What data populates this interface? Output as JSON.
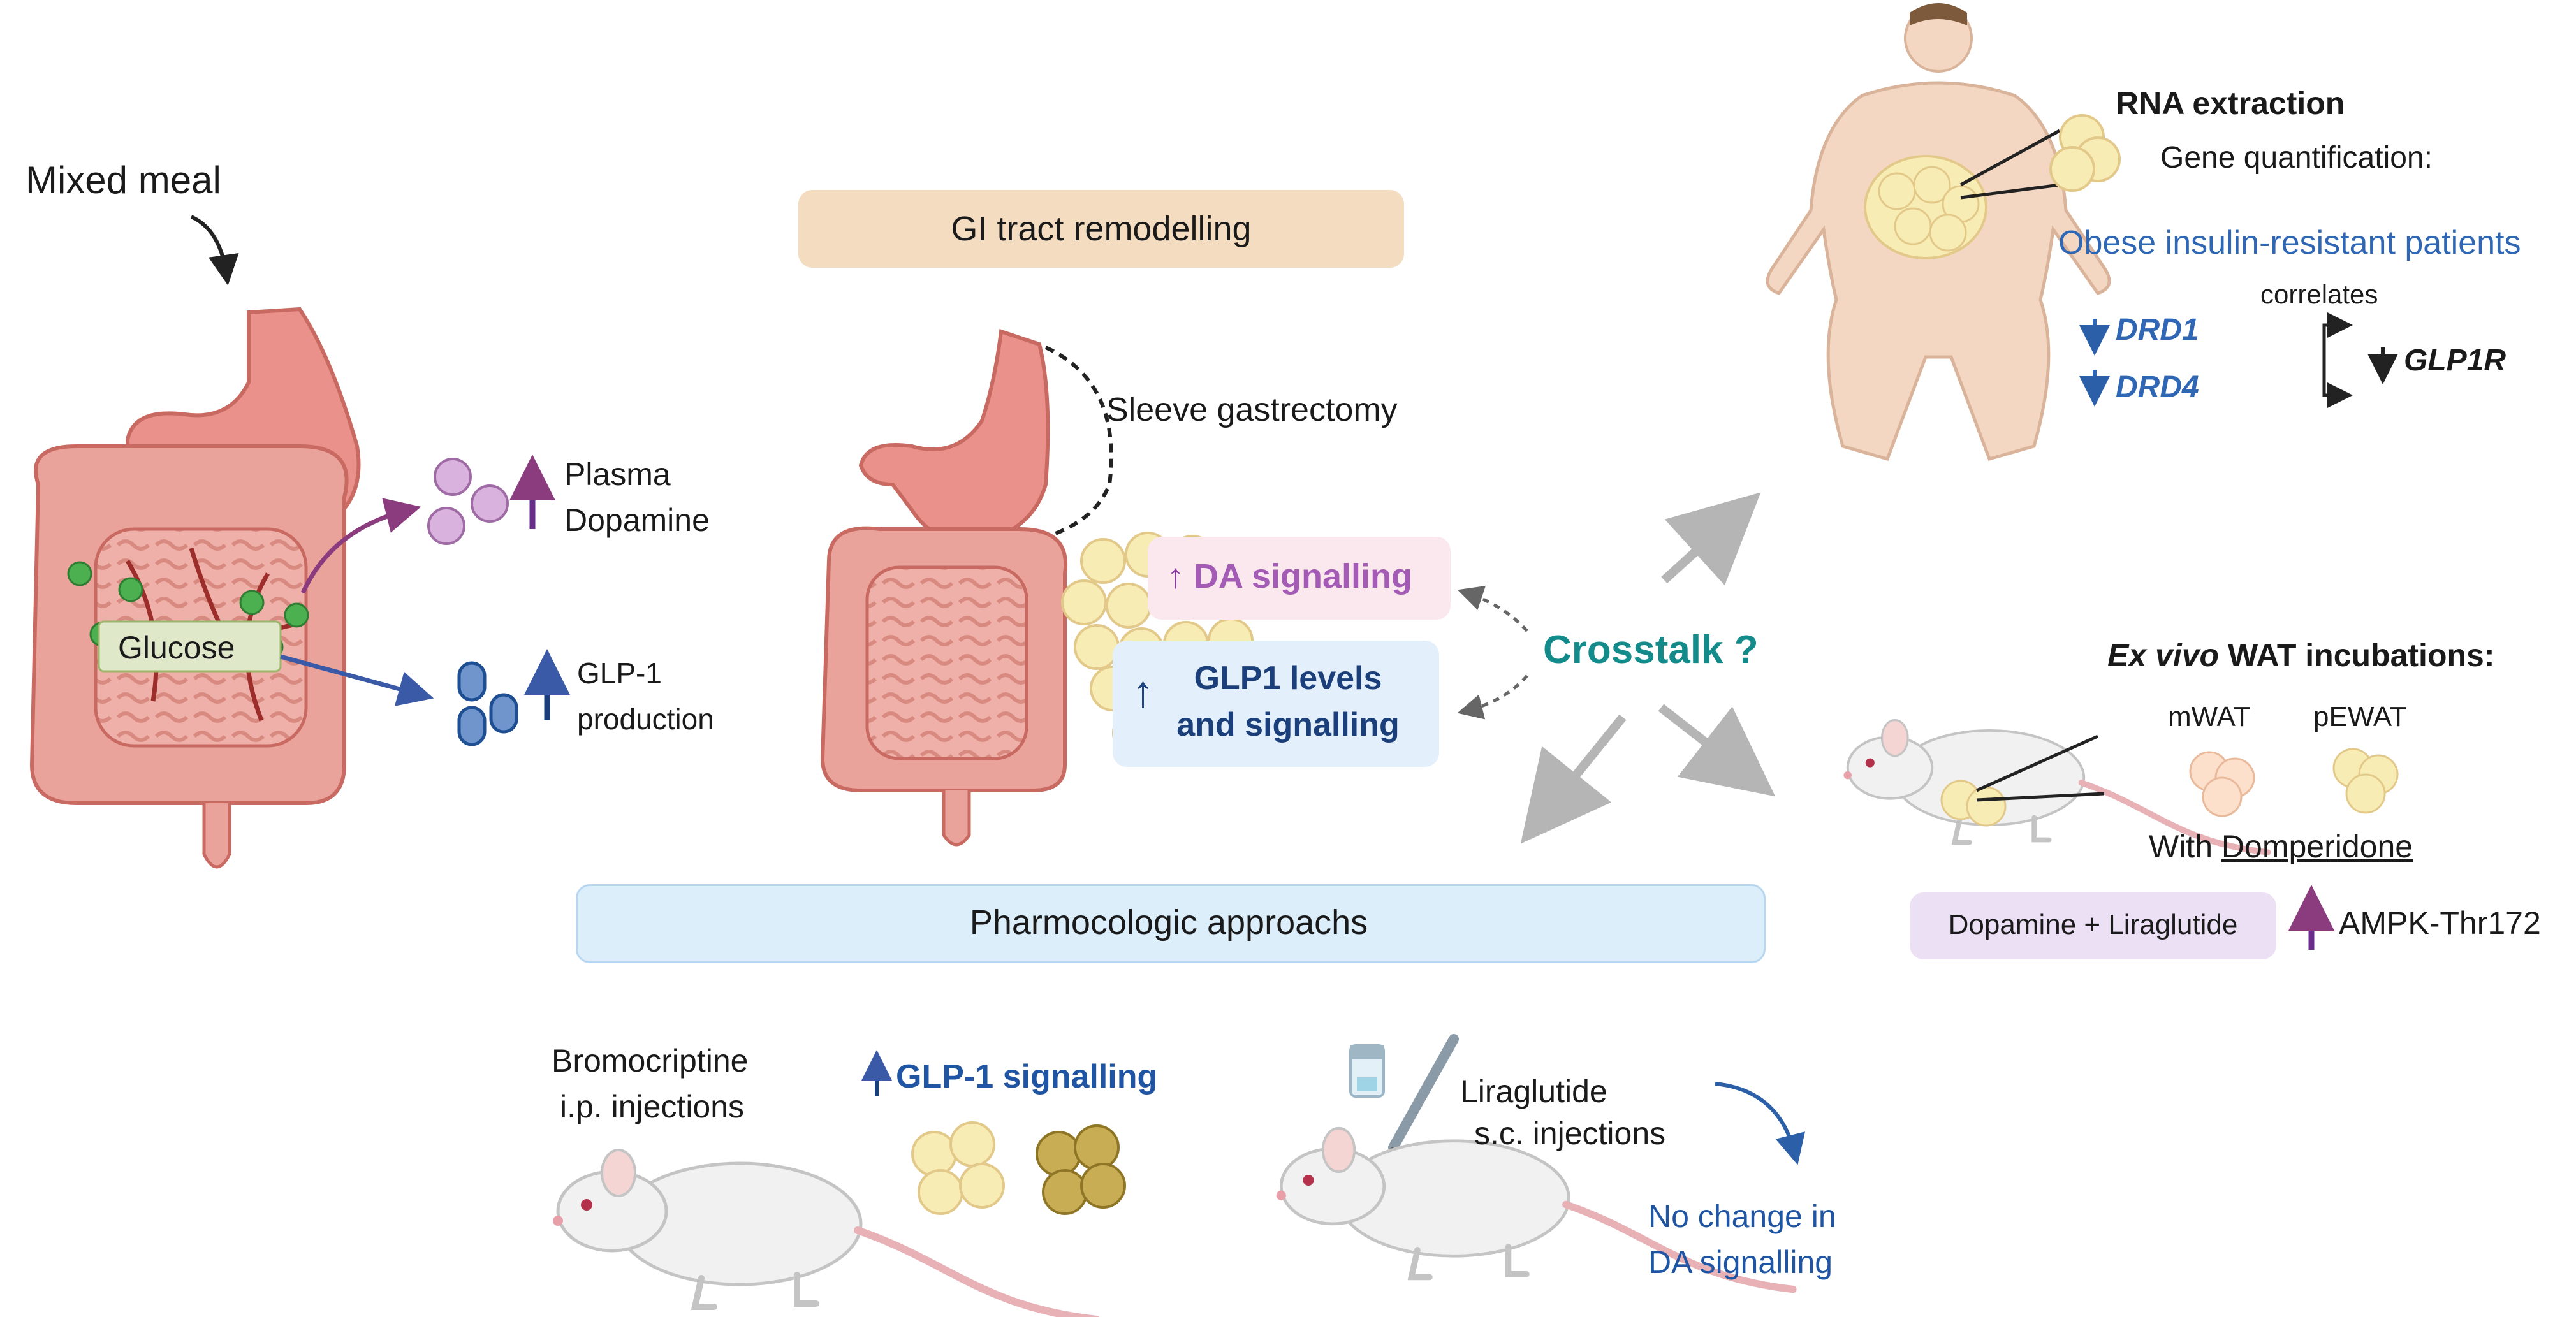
{
  "meal": {
    "label": "Mixed meal",
    "glucose": "Glucose"
  },
  "gut_outputs": {
    "dopamine_line1": "Plasma",
    "dopamine_line2": "Dopamine",
    "glp1_line1": "GLP-1",
    "glp1_line2": "production"
  },
  "surgery": {
    "header": "GI tract remodelling",
    "procedure": "Sleeve gastrectomy",
    "da_signalling": "DA signalling",
    "glp1_line1": "GLP1 levels",
    "glp1_line2": "and signalling"
  },
  "crosstalk": "Crosstalk ?",
  "human": {
    "rna_extraction": "RNA extraction",
    "gene_quant": "Gene quantification:",
    "patients": "Obese insulin-resistant patients",
    "drd1": "DRD1",
    "drd4": "DRD4",
    "correlates": "correlates",
    "glp1r": "GLP1R"
  },
  "exvivo": {
    "title_italic": "Ex vivo",
    "title_rest": " WAT incubations:",
    "mwat": "mWAT",
    "pewat": "pEWAT",
    "with": "With ",
    "domperidone": "Domperidone",
    "treatment": "Dopamine + Liraglutide",
    "readout": "AMPK-Thr172"
  },
  "pharma": {
    "header": "Pharmocologic approachs",
    "bromo_line1": "Bromocriptine",
    "bromo_line2": "i.p. injections",
    "glp1_signalling": "GLP-1 signalling",
    "lira_line1": "Liraglutide",
    "lira_line2": "s.c. injections",
    "no_change_line1": "No change in",
    "no_change_line2": "DA signalling"
  },
  "colors": {
    "purple": "#7b3a96",
    "navy": "#1b3f7a",
    "blue_text": "#2f67b5",
    "teal": "#138b8b",
    "tan_box": "#f3dcc0",
    "blue_box": "#e3effa",
    "pink_box": "#fbe8ef",
    "lilac_box": "#ece0f5",
    "fat": "#f8ecb5",
    "fat_dark": "#b59a3c"
  },
  "icons": [
    "stomach-icon",
    "intestine-icon",
    "fat-cell-icon",
    "rat-icon",
    "human-body-icon",
    "vial-icon",
    "syringe-icon",
    "arrow-up-icon",
    "arrow-down-icon"
  ]
}
